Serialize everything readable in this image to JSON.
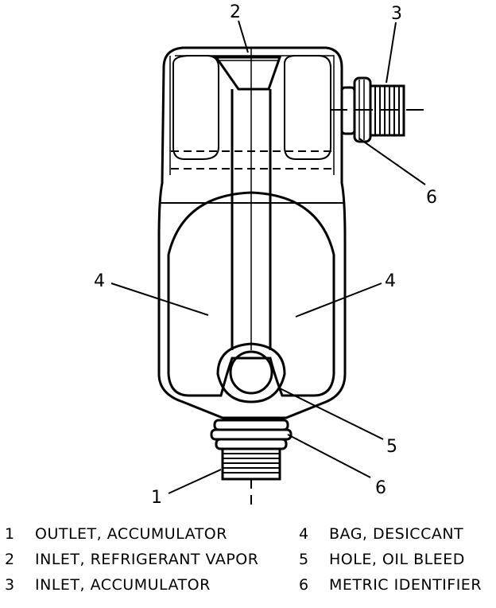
{
  "callouts": [
    "2",
    "3",
    "6",
    "4",
    "4",
    "5",
    "1",
    "6"
  ],
  "legend": [
    {
      "num": "1",
      "text": "OUTLET, ACCUMULATOR"
    },
    {
      "num": "2",
      "text": "INLET, REFRIGERANT VAPOR"
    },
    {
      "num": "3",
      "text": "INLET, ACCUMULATOR"
    },
    {
      "num": "4",
      "text": "BAG, DESICCANT"
    },
    {
      "num": "5",
      "text": "HOLE, OIL BLEED"
    },
    {
      "num": "6",
      "text": "METRIC IDENTIFIER"
    }
  ]
}
